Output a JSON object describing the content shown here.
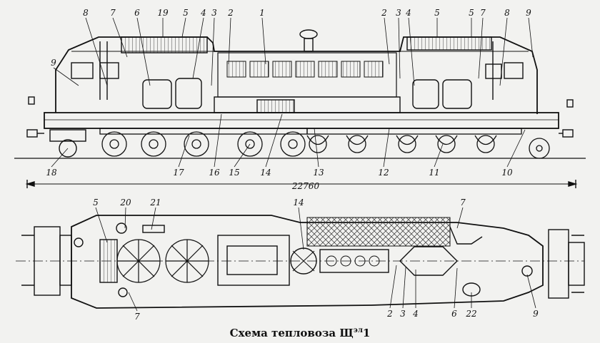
{
  "caption": {
    "main": "Схема тепловоза Щ",
    "sup": "эл",
    "tail": "1"
  },
  "dimension": "22760",
  "labels": {
    "side_top": [
      "8",
      "7",
      "6",
      "19",
      "5",
      "4",
      "3",
      "2",
      "1",
      "2",
      "3",
      "4",
      "5",
      "5",
      "7",
      "8",
      "9"
    ],
    "side_left": [
      "9"
    ],
    "side_bottom": [
      "18",
      "17",
      "16",
      "15",
      "14",
      "13",
      "12",
      "11",
      "10"
    ],
    "plan_top": [
      "5",
      "20",
      "21",
      "14",
      "7"
    ],
    "plan_bottom": [
      "7",
      "2",
      "3",
      "4",
      "6",
      "22",
      "9"
    ]
  },
  "colors": {
    "ink": "#111111",
    "paper": "#f2f2f0",
    "hatch": "#333333"
  }
}
